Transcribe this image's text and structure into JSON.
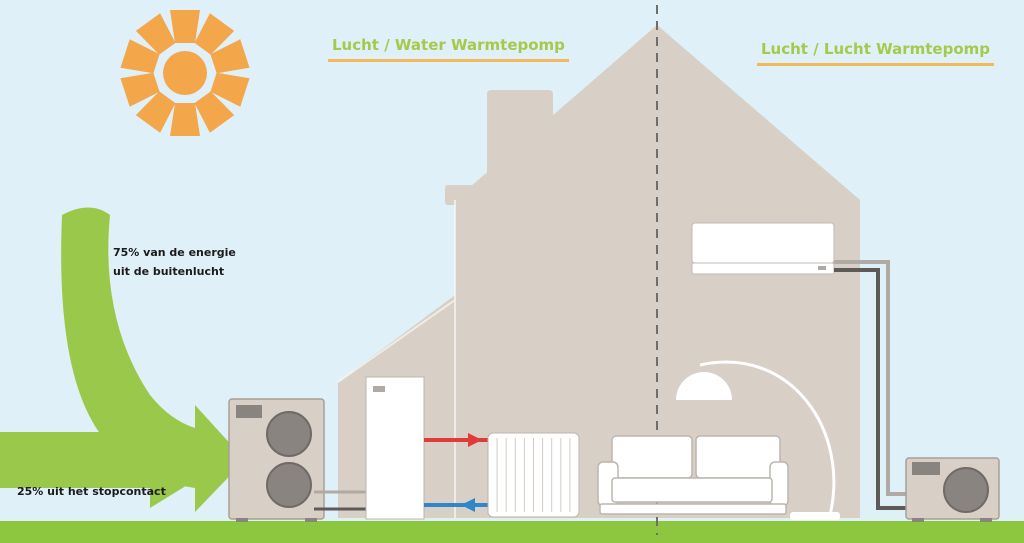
{
  "titles": {
    "left": "Lucht / Water Warmtepomp",
    "right": "Lucht / Lucht Warmtepomp"
  },
  "energy": {
    "line1": "75% van de energie",
    "line2": "uit de buitenlucht",
    "grid": "25% uit het stopcontact"
  },
  "colors": {
    "sky": "#dff0f8",
    "sun": "#f4a74a",
    "arrow": "#9ac84a",
    "house": "#d8cfc6",
    "grass": "#8dc63f",
    "hot_pipe": "#e03a3a",
    "cold_pipe": "#2f86c9",
    "title_text": "#a7c94a",
    "title_underline": "#f2b95a"
  },
  "icons": [
    "sun-icon",
    "air-water-heat-pump-icon",
    "boiler-icon",
    "radiator-icon",
    "sofa-icon",
    "lamp-icon",
    "ac-indoor-unit-icon",
    "air-air-outdoor-unit-icon"
  ]
}
